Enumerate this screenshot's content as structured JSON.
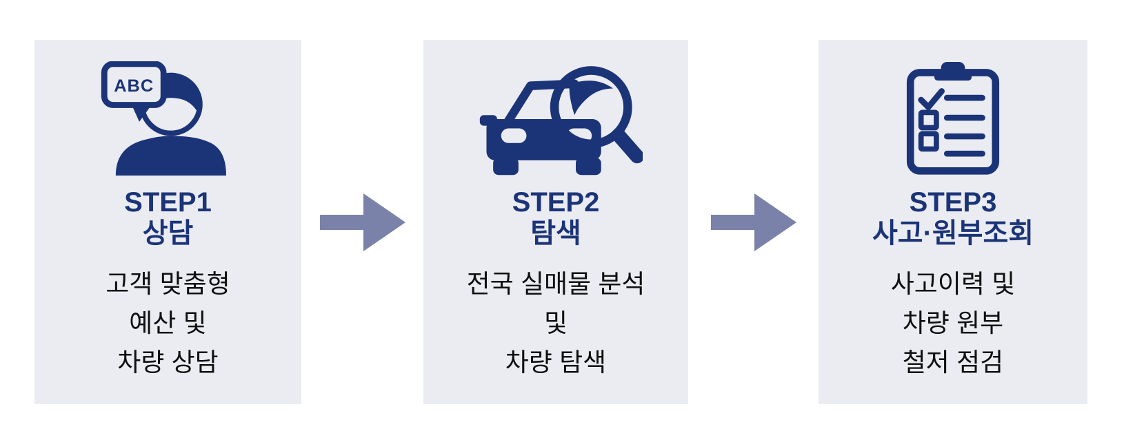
{
  "colors": {
    "page_bg": "#ffffff",
    "card_bg": "#ebecf1",
    "navy": "#1b3478",
    "arrow": "#7a82aa",
    "text": "#101010"
  },
  "icon_labels": {
    "speech_bubble_text": "ABC"
  },
  "steps": [
    {
      "icon": "person-consult-icon",
      "title_en": "STEP1",
      "title_ko": "상담",
      "body_lines": [
        "고객 맞춤형",
        "예산 및",
        "차량 상담"
      ]
    },
    {
      "icon": "car-search-icon",
      "title_en": "STEP2",
      "title_ko": "탐색",
      "body_lines": [
        "전국 실매물 분석",
        "및",
        "차량 탐색"
      ]
    },
    {
      "icon": "clipboard-checklist-icon",
      "title_en": "STEP3",
      "title_ko": "사고·원부조회",
      "body_lines": [
        "사고이력 및",
        "차량 원부",
        "철저 점검"
      ]
    }
  ]
}
